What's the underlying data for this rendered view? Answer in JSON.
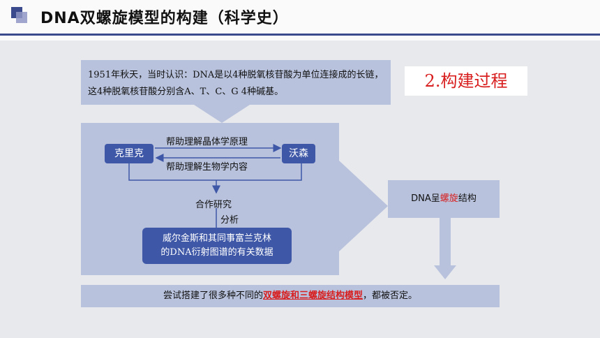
{
  "header": {
    "title": "DNA双螺旋模型的构建（科学史）"
  },
  "intro": {
    "text": "1951年秋天，当时认识：DNA是以4种脱氧核苷酸为单位连接成的长链，这4种脱氧核苷酸分别含A、T、C、G 4种碱基。"
  },
  "tag": {
    "text": "2.构建过程"
  },
  "nodes": {
    "crick": "克里克",
    "watson": "沃森"
  },
  "edges": {
    "top_label": "帮助理解晶体学原理",
    "bottom_label": "帮助理解生物学内容",
    "cooperate": "合作研究",
    "analyze": "分析"
  },
  "data_box": {
    "line1": "威尔金斯和其同事富兰克林",
    "line2": "的DNA衍射图谱的有关数据"
  },
  "result": {
    "prefix": "DNA呈",
    "highlight": "螺旋",
    "suffix": "结构"
  },
  "bottom": {
    "prefix": "尝试搭建了很多种不同的",
    "highlight": "双螺旋和三螺旋结构模型",
    "suffix": "，都被否定。"
  },
  "colors": {
    "accent": "#3e57a7",
    "box": "#b8c2dc",
    "highlight": "#d81e1e"
  }
}
